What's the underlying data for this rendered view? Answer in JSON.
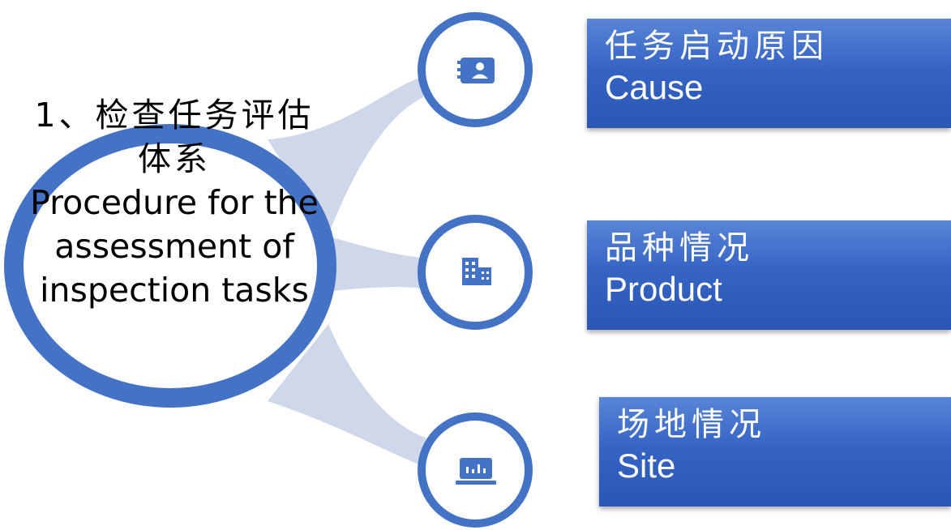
{
  "center": {
    "title_cn": "1、检查任务评估体系",
    "title_en": "Procedure for the assessment of inspection tasks"
  },
  "nodes": [
    {
      "icon": "contact-card-icon",
      "label_cn": "任务启动原因",
      "label_en": "Cause"
    },
    {
      "icon": "building-icon",
      "label_cn": "品种情况",
      "label_en": "Product"
    },
    {
      "icon": "presentation-board-icon",
      "label_cn": "场地情况",
      "label_en": "Site"
    }
  ],
  "colors": {
    "accent": "#4472c4",
    "connector": "#ced8ea",
    "box_top": "#5a85d6",
    "box_bottom": "#2b56b4",
    "text_on_box": "#ffffff"
  }
}
